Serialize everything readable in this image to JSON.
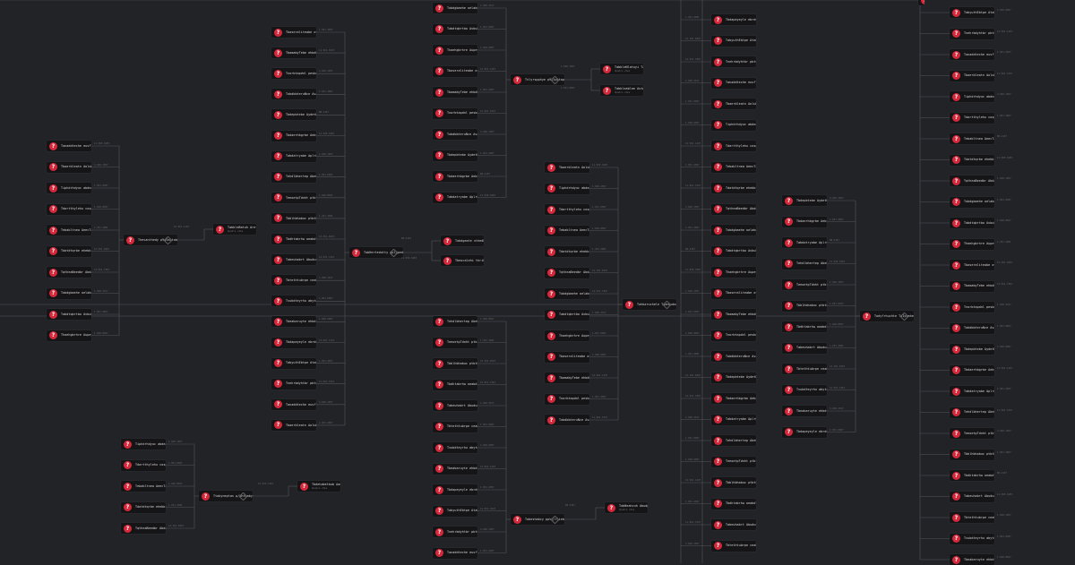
{
  "graph": {
    "accent_color": "#d6283b",
    "edge_color": "#54545a",
    "node_icon": "?",
    "parents": [
      {
        "label": "Thevanthedy   p9g5eatabse",
        "expand_icon": "diamond-expand-icon"
      },
      {
        "label": "TobHertedutty   ppl/pedtobl",
        "expand_icon": "diamond-expand-icon"
      },
      {
        "label": "Ttabyneptas   p/bhtuabyehre",
        "expand_icon": "diamond-expand-icon"
      },
      {
        "label": "Tvlyrspphye   p9lipstapohlre",
        "expand_icon": "diamond-expand-icon"
      },
      {
        "label": "Tobeshabcy   ppte/rjiebahs",
        "expand_icon": "diamond-expand-icon"
      },
      {
        "label": "Tohbaruchele   Tuanqubsa",
        "expand_icon": "diamond-expand-icon"
      },
      {
        "label": "Todyfrhuchte   TvIprmhel",
        "expand_icon": "diamond-expand-icon"
      },
      {
        "label": "Tothpabycapphe   Taldelcasuer",
        "expand_icon": "diamond-expand-icon"
      }
    ],
    "targets": [
      {
        "label": "TabbleBatuh   AreteNtwalc",
        "sub": "Quadra utes"
      },
      {
        "label": "Tobdgeate   vthedbvuyhe",
        "sub": ""
      },
      {
        "label": "Tbeocalehi   thriDheie",
        "sub": ""
      },
      {
        "label": "Tbdehabetbub   AadsyBeuhe",
        "sub": "Quadra utes"
      },
      {
        "label": "TabbleNlatuyi   Tarhtryhdhe",
        "sub": "Quadra utes"
      },
      {
        "label": "Tabbleablee   AstneNtwalc",
        "sub": "Quadra utes"
      },
      {
        "label": "TobNeahcuh   AbudpNesuda",
        "sub": "Quadra utes"
      }
    ],
    "leaves": [
      "Tanaddteche   eusfTydebd",
      "Tbaerbleatn   AoluNypvye",
      "Tiphdrhdyuc   abdeabtyle",
      "Tdartthylehu   cospbeesbdt",
      "Tebabltnea   AeecTayhed",
      "Tdatdtqrbe   ehebbrachte",
      "TqtheaBeedbr   AbdasNaedbo",
      "Tobdgbaehe   oelabdrhulhe",
      "Tabdtqbrtbo   AvbubphyaTpe",
      "Thaehgbrhre   Aupeysedbe",
      "Tbaseraliteabe   ovneyhebl",
      "TbamabyTebe   ehbdbrcetpy",
      "Tnorbtapdnl   pesbdbcnebl",
      "TobdbbteruNce   AvabdeSyac",
      "Tbdepbtebe   AydetNtaRtw",
      "Tbdaerhbgrbe   AebyteBauhl",
      "Tabdatryabe   AplrbyNebue",
      "Tehdlbhertep   AbebuReuhec",
      "TeeoetpTdnht   ptbltbaeTep",
      "Tbblhbhabuc   ptbtbbemuyra",
      "Tbdhtabrhw   oeabdlnebhtud",
      "Tabeuhabrt   AbudueTbuen",
      "Tbtethtubrpe   ceabbhuyrdpe",
      "Tvubdteyrhu   abytebedhtu",
      "Tbeabaruyte   ehbdtcnodbpe",
      "Tbdapeyeyle   ebrduecheap",
      "TabyuthEbtpe   AtabdeNtrde",
      "Tnehrbdyhtbr   pbtudbetdce"
    ],
    "edge_labels": [
      "11.950.3487",
      "1.948.1057",
      "1.951.6587",
      "1.048.8507",
      "1.251.2001",
      "12.301.0497",
      "12.951.7467",
      "1.948.3157",
      "1.951.0067",
      "1.048.6007",
      "12.961.1107",
      "1.951.2057",
      "11.961.3347",
      "4.948.1057",
      "1.951.2007",
      "88.4167"
    ]
  }
}
